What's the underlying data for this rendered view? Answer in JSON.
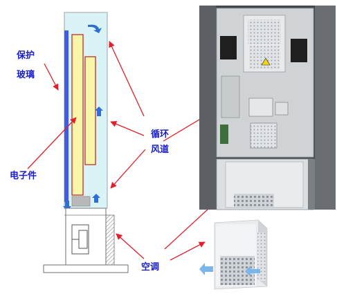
{
  "labels": {
    "glass": [
      "保护",
      "玻璃"
    ],
    "airduct": [
      "循环",
      "风道"
    ],
    "electronics": "电子件",
    "aircon": "空调"
  },
  "colors": {
    "label": "#1a1fc9",
    "arrow": "#e0202a",
    "cabinet_fill": "#d9f3f7",
    "glass": "#3f5be8",
    "component_fill": "#f8f6a8",
    "component_border": "#c21e1e",
    "airflow_arrow": "#2f6fd1",
    "cool_air": "#7ab6ee"
  }
}
